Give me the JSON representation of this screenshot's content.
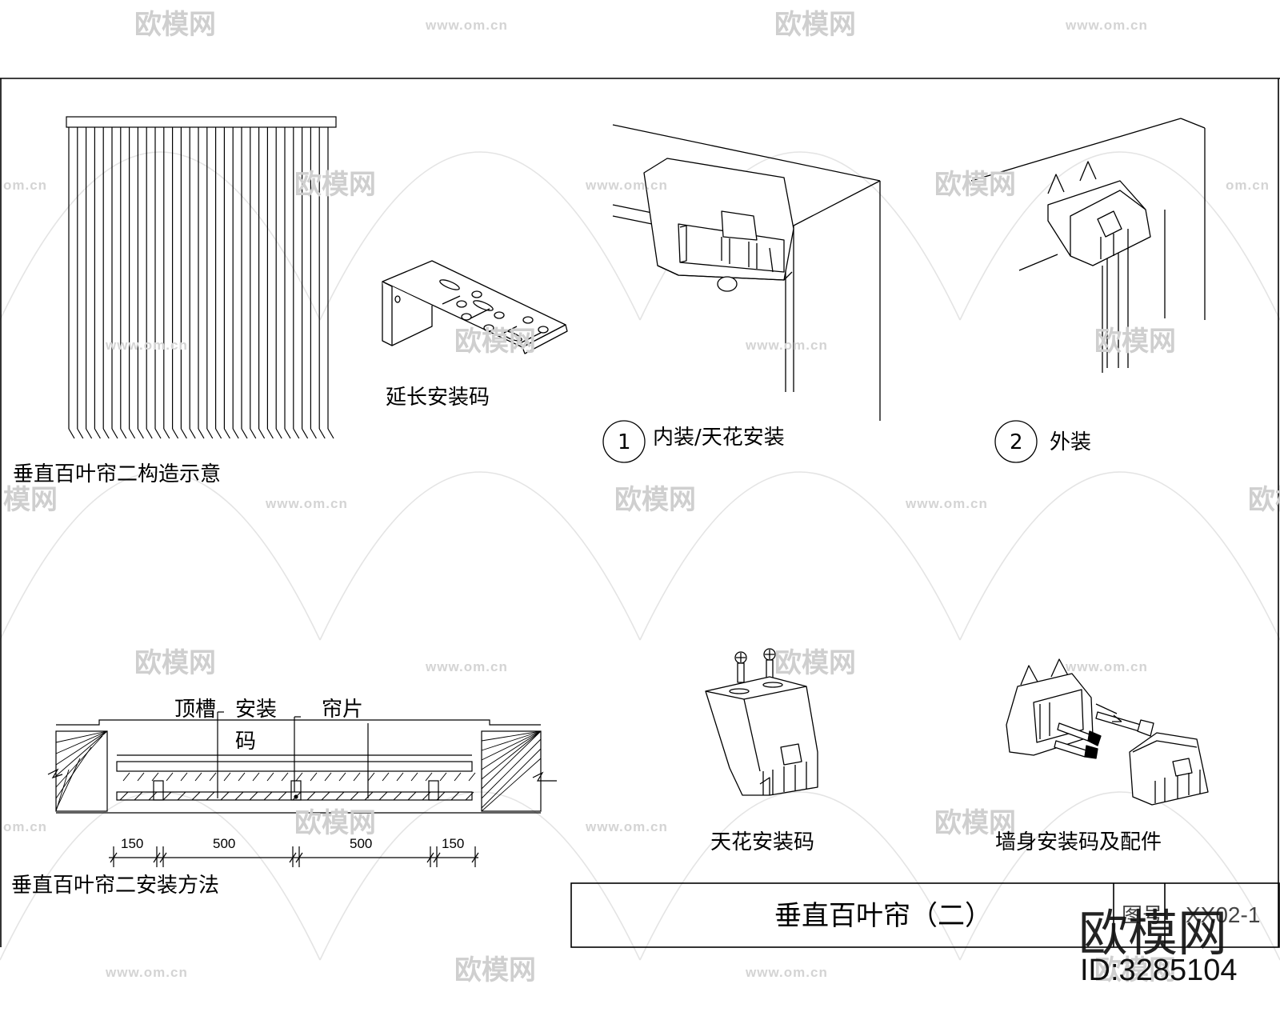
{
  "watermarks": {
    "brand": "欧模网",
    "url": "www.om.cn",
    "url_partial": "om.cn",
    "brand_partial": "模网"
  },
  "figure_labels": {
    "elevation": "垂直百叶帘二构造示意",
    "bracket": "延长安装码",
    "inside_mount": "内装/天花安装",
    "outside_mount": "外装",
    "install_method": "垂直百叶帘二安装方法",
    "ceiling_bracket": "天花安装码",
    "wall_bracket": "墙身安装码及配件"
  },
  "detail_markers": {
    "one": "1",
    "two": "2"
  },
  "section_callouts": {
    "top_slot": "顶槽",
    "bracket_line1": "安装",
    "bracket_line2": "码",
    "slat": "帘片"
  },
  "dimensions": [
    "150",
    "500",
    "500",
    "150"
  ],
  "title_block": {
    "title": "垂直百叶帘（二）",
    "partial_label": "图号",
    "drawing_no": "XX02-1"
  },
  "corner_brand": {
    "name": "欧模网",
    "id": "ID:3285104"
  }
}
